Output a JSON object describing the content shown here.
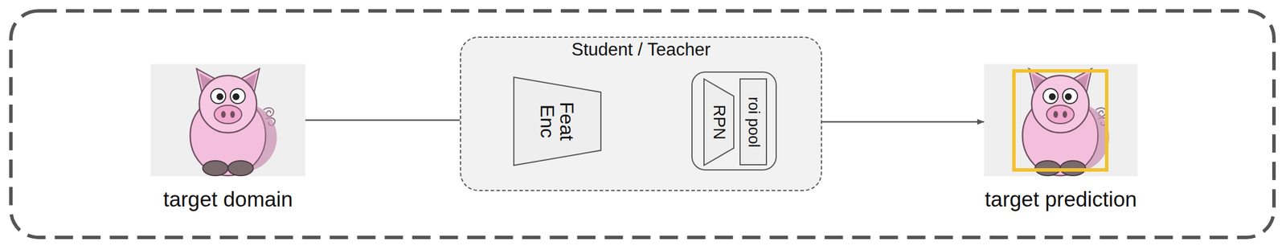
{
  "diagram": {
    "nodes": [
      {
        "text": [
          "target domain"
        ]
      },
      {
        "text": [
          "Student / Teacher"
        ]
      },
      {
        "text": [
          "Feat Enc"
        ],
        "in": 1
      },
      {
        "text": [
          "RPN"
        ],
        "in": 1
      },
      {
        "text": [
          "roi pool"
        ],
        "in": 1
      },
      {
        "text": [
          "target prediction"
        ]
      }
    ],
    "edges": [
      {
        "from": 0,
        "to": 2,
        "arrow": "to"
      },
      {
        "from": 2,
        "to": 3,
        "arrow": "to"
      },
      {
        "from": 4,
        "to": 5,
        "arrow": "to"
      }
    ]
  }
}
